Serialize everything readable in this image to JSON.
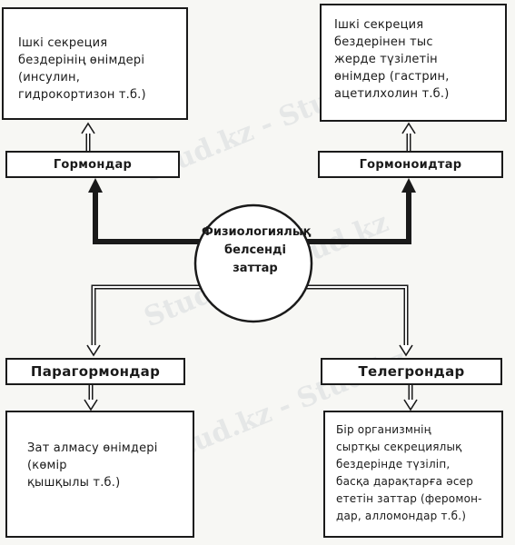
{
  "diagram": {
    "top_left_box": "Ішкі секреция\nбездерінің өнімдері\n(инсулин,\nгидрокортизон т.б.)",
    "top_right_box": "Ішкі секреция\nбездерінен тыс\nжерде түзілетін\nөнімдер (гастрин,\nацетилхолин т.б.)",
    "label_hormones": "Гормондар",
    "label_hormonoids": "Гормоноидтар",
    "center_circle": "Физиологиялық\nбелсенді\nзаттар",
    "label_parahormones": "Парагормондар",
    "label_telegrons": "Телегрондар",
    "bottom_left_box": "Зат алмасу өнімдері\n(көмір\nқышқылы т.б.)",
    "bottom_right_box": "Бір организмнің\nсыртқы секрециялық\nбездерінде түзіліп,\nбасқа дарақтарға әсер\nететін заттар (феромон-\nдар, алломондар т.б.)"
  },
  "watermark": "Stud.kz - Stud.kz",
  "colors": {
    "ink": "#1a1a1a",
    "paper": "#ffffff",
    "background": "#f7f7f4"
  }
}
